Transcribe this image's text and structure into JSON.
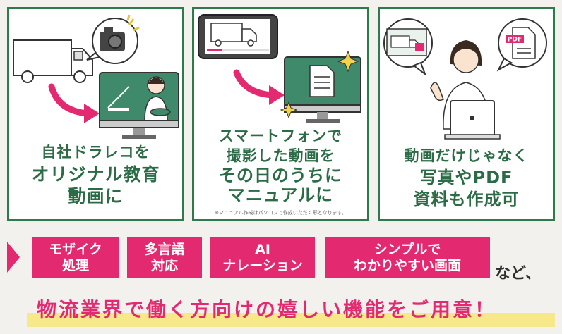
{
  "panels": [
    {
      "lines": [
        "自社ドラレコを",
        "オリジナル教育",
        "動画に"
      ]
    },
    {
      "lines": [
        "スマートフォンで",
        "撮影した動画を",
        "その日のうちに",
        "マニュアルに"
      ],
      "note": "※マニュアル作成はパソコンで作成いただく形となります。"
    },
    {
      "lines": [
        "動画だけじゃなく",
        "写真やPDF",
        "資料も作成可"
      ],
      "pdf_label": "PDF"
    }
  ],
  "features": [
    {
      "lines": [
        "モザイク",
        "処理"
      ]
    },
    {
      "lines": [
        "多言語",
        "対応"
      ]
    },
    {
      "lines": [
        "AI",
        "ナレーション"
      ]
    },
    {
      "lines": [
        "シンプルで",
        "わかりやすい画面"
      ]
    }
  ],
  "suffix": "など、",
  "headline": "物流業界で働く方向けの嬉しい機能をご用意！",
  "colors": {
    "accent_pink": "#e3296f",
    "brand_green": "#2d7a4b",
    "screen_green": "#3e8a6a",
    "highlight_yellow": "#f7e98a"
  },
  "icons": [
    "truck-icon",
    "dashcam-icon",
    "monitor-icon",
    "teacher-icon",
    "smartphone-icon",
    "document-icon",
    "sparkle-icon",
    "photo-icon",
    "pdf-file-icon",
    "woman-laptop-icon",
    "curved-arrow-icon"
  ]
}
